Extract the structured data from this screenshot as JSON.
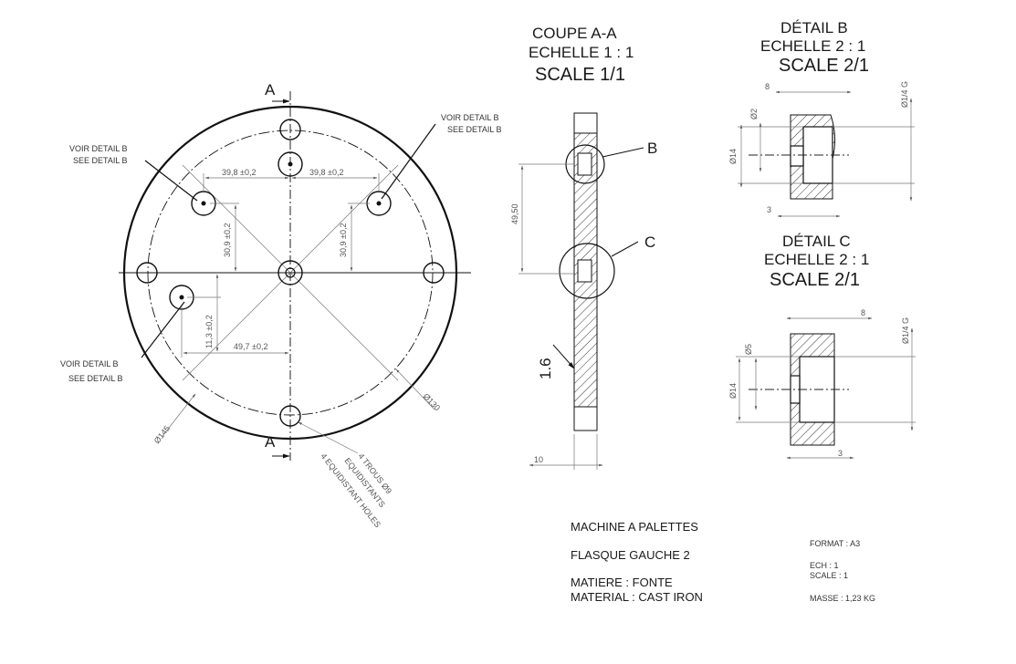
{
  "section_view": {
    "title_fr": "COUPE A-A",
    "scale_fr": "ECHELLE 1 : 1",
    "scale_en": "SCALE 1/1",
    "label_b": "B",
    "label_c": "C",
    "dim_height": "49,50",
    "dim_width": "10",
    "chamfer": "1.6"
  },
  "detail_b": {
    "title_fr": "DÉTAIL B",
    "scale_fr": "ECHELLE 2 : 1",
    "scale_en": "SCALE 2/1",
    "dim_top": "8",
    "dim_bottom": "3",
    "dim_small_dia": "Ø2",
    "dim_mid_dia": "Ø14",
    "thread": "Ø1/4 G"
  },
  "detail_c": {
    "title_fr": "DÉTAIL C",
    "scale_fr": "ECHELLE 2 : 1",
    "scale_en": "SCALE 2/1",
    "dim_top": "8",
    "dim_bottom": "3",
    "dim_small_dia": "Ø5",
    "dim_mid_dia": "Ø14",
    "thread": "Ø1/4 G"
  },
  "front_view": {
    "section_label_top": "A",
    "section_label_bottom": "A",
    "callout_tl_fr": "VOIR DETAIL B",
    "callout_tl_en": "SEE DETAIL B",
    "callout_tr_fr": "VOIR DETAIL B",
    "callout_tr_en": "SEE DETAIL B",
    "callout_bl_fr": "VOIR DETAIL B",
    "callout_bl_en": "SEE DETAIL B",
    "dim_39_8_left": "39,8 ±0,2",
    "dim_39_8_right": "39,8 ±0,2",
    "dim_30_9_left": "30,9 ±0,2",
    "dim_30_9_right": "30,9 ±0,2",
    "dim_11_3": "11,3 ±0,2",
    "dim_49_7": "49,7 ±0,2",
    "dim_outer_dia": "Ø145",
    "dim_pcd": "Ø130",
    "holes_note_1": "4 TROUS Ø9",
    "holes_note_2": "EQUIDISTANTS",
    "holes_note_3": "4 EQUIDISTANT HOLES"
  },
  "title_block": {
    "machine": "MACHINE A PALETTES",
    "part": "FLASQUE GAUCHE 2",
    "material_fr": "MATIERE : FONTE",
    "material_en": "MATERIAL : CAST IRON",
    "format": "FORMAT : A3",
    "ech": "ECH : 1",
    "scale": "SCALE : 1",
    "mass": "MASSE : 1,23 KG"
  }
}
